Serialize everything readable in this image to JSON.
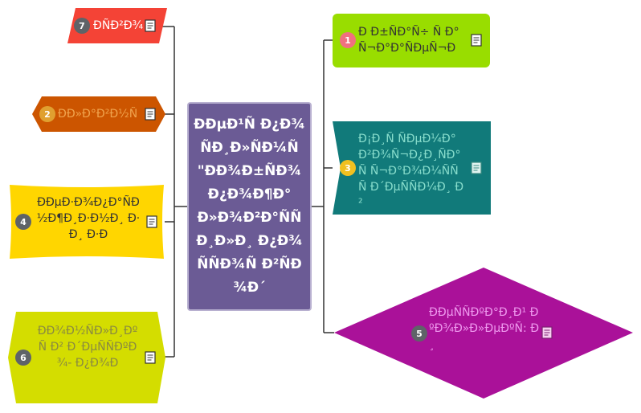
{
  "central": {
    "title": "ÐÐµÐ¹Ñ Ð¿Ð¾ ÑÐ¸Ð»ÑÐ¼Ñ \"ÐÐ¾Ð±ÑÐ¾ Ð¿Ð¾Ð¶Ð°Ð»Ð¾Ð²Ð°ÑÑ Ð¸Ð»Ð¸ Ð¿Ð¾ÑÑÐ¾Ñ Ð²ÑÐ¾Ð´",
    "color": "#6b5b95"
  },
  "topics": [
    {
      "number": "7",
      "label": "ÐÑÐ²Ð¾",
      "color": "#f44336",
      "text_color": "#ffffff",
      "badge_color": "#5f6368",
      "shape": "parallelogram"
    },
    {
      "number": "2",
      "label": "ÐÐ»Ð°Ð²Ð½Ñ",
      "color": "#cc5500",
      "text_color": "#f0a34d",
      "badge_color": "#e0a030",
      "shape": "hexagon"
    },
    {
      "number": "4",
      "label": "ÐÐµÐ·Ð¾Ð¿Ð°ÑÐ½Ð¶Ð¸Ð·Ð½Ð¸ Ð·Ð¸ Ð·Ð",
      "color": "#ffd600",
      "text_color": "#333333",
      "badge_color": "#5f6368",
      "shape": "wave"
    },
    {
      "number": "6",
      "label": "ÐÐ¾Ð½ÑÐ»Ð¸ÐºÑ Ð² Ð´ÐµÑÑÐºÐ¾- Ð¿Ð¾Ð",
      "color": "#d4dd00",
      "text_color": "#8a8a40",
      "badge_color": "#5f6368",
      "shape": "hexagon"
    },
    {
      "number": "1",
      "label": "Ð Ð±ÑÐ°Ñ÷ Ñ Ð°Ñ¬Ð°Ð°ÑÐµÑ¬Ð",
      "color": "#99dd00",
      "text_color": "#333333",
      "badge_color": "#f07080",
      "shape": "rounded"
    },
    {
      "number": "3",
      "label": "Ð¡Ð¸Ñ ÑÐµÐ¼Ð° Ð²Ð¾Ñ¬Ð¿Ð¸ÑÐ°Ñ Ñ¬Ð°Ð¾Ð¼ÑÑ Ñ Ð´ÐµÑÑÐ¼Ð¸ Ð²",
      "color": "#117a7a",
      "text_color": "#88ddcc",
      "badge_color": "#f0c020",
      "shape": "flag"
    },
    {
      "number": "5",
      "label": "ÐÐµÑÑÐºÐ°Ð¸Ð¹ ÐºÐ¾Ð»Ð»ÐµÐºÑ: Ð¸",
      "color": "#aa1199",
      "text_color": "#ee99ee",
      "badge_color": "#5f6368",
      "shape": "diamond"
    }
  ],
  "icons": {
    "note": "note-icon"
  },
  "connector_color": "#333333"
}
